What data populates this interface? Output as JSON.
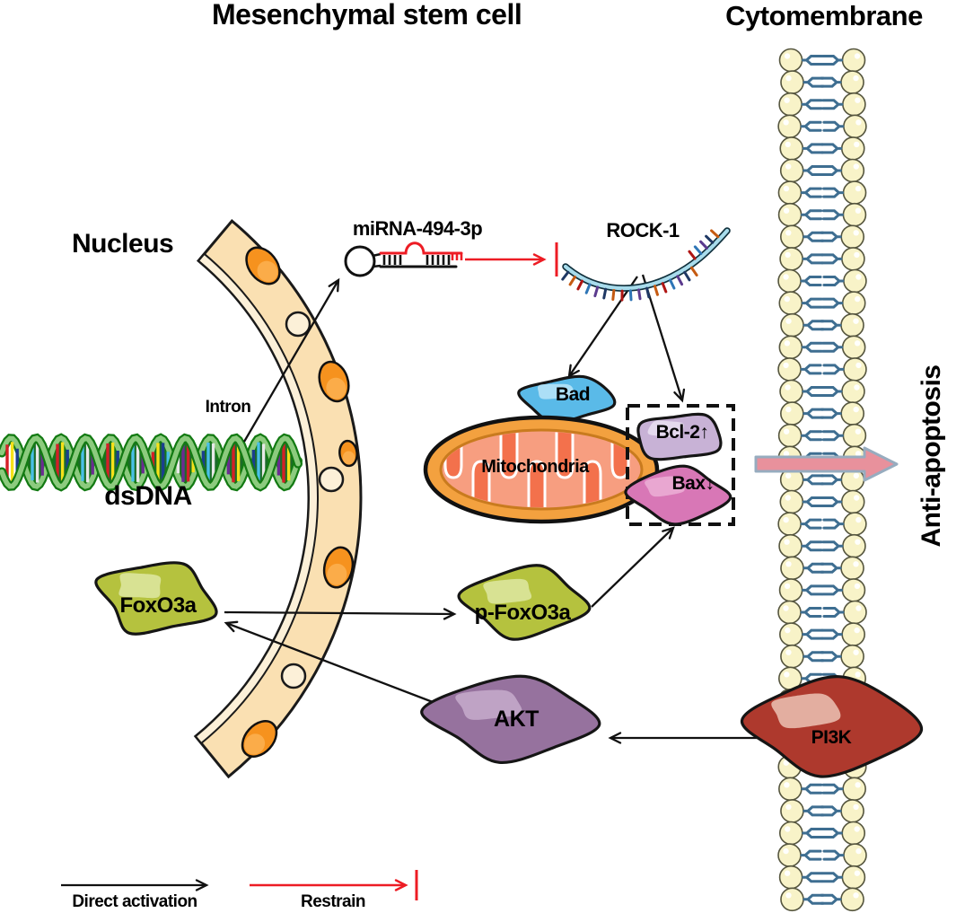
{
  "title": "Mesenchymal stem cell",
  "membrane": {
    "label": "Cytomembrane"
  },
  "nucleus": {
    "label": "Nucleus",
    "intron": "Intron",
    "dsdna": "dsDNA"
  },
  "molecules": {
    "mirna": "miRNA-494-3p",
    "rock1": "ROCK-1",
    "bad": "Bad",
    "mitochondria": "Mitochondria",
    "bcl2": "Bcl-2↑",
    "bax": "Bax↓",
    "foxo3a": "FoxO3a",
    "p_foxo3a": "p-FoxO3a",
    "akt": "AKT",
    "pi3k": "PI3K"
  },
  "outcome": {
    "label": "Anti-apoptosis"
  },
  "legend": {
    "direct_activation": "Direct activation",
    "restrain": "Restrain"
  },
  "colors": {
    "membrane_head": "#F8F3C8",
    "membrane_head_outline": "#55553E",
    "membrane_tail": "#3E6E91",
    "envelope": "#FAE0B2",
    "envelope_inner_strip": "#FCF0D8",
    "pore": "#F6921E",
    "pore_light": "#FBAE4C",
    "mitochondria_outer": "#F3A13F",
    "mitochondria_inner": "#F79E80",
    "mitochondria_cristae": "#F3714C",
    "bad": "#5ABAE8",
    "bad_highlight": "#B5E3F7",
    "bcl2": "#C8B2D6",
    "bcl2_highlight": "#E7DDF0",
    "bax": "#D877B6",
    "bax_highlight": "#EBACD4",
    "foxo3a": "#B5C23E",
    "foxo3a_highlight": "#DCE59C",
    "akt": "#96729E",
    "akt_highlight": "#C3A9C9",
    "pi3k": "#AE392D",
    "pi3k_highlight": "#E9BBAD",
    "dna_ribbon_light": "#8CCB7E",
    "dna_ribbon_dark": "#137A13",
    "dna_fill": "#1C6B2A",
    "rock_ribbon": "#A8DCEC",
    "activation_arrow": "#111111",
    "restrain_arrow": "#ED1C24",
    "anti_apoptosis_arrow_fill": "#E8919C",
    "anti_apoptosis_arrow_outline": "#97ACBF"
  },
  "pathway": {
    "activation_edges": [
      {
        "from": "dsDNA (Intron)",
        "to": "miRNA-494-3p"
      },
      {
        "from": "ROCK-1",
        "to": "Bad"
      },
      {
        "from": "ROCK-1",
        "to": "Bcl-2/Bax"
      },
      {
        "from": "FoxO3a",
        "to": "p-FoxO3a"
      },
      {
        "from": "p-FoxO3a",
        "to": "Bcl-2/Bax"
      },
      {
        "from": "AKT",
        "to": "FoxO3a"
      },
      {
        "from": "PI3K",
        "to": "AKT"
      },
      {
        "from": "mitochondria Bcl-2/Bax",
        "to": "Anti-apoptosis"
      }
    ],
    "inhibition_edges": [
      {
        "from": "miRNA-494-3p",
        "to": "ROCK-1"
      }
    ]
  }
}
